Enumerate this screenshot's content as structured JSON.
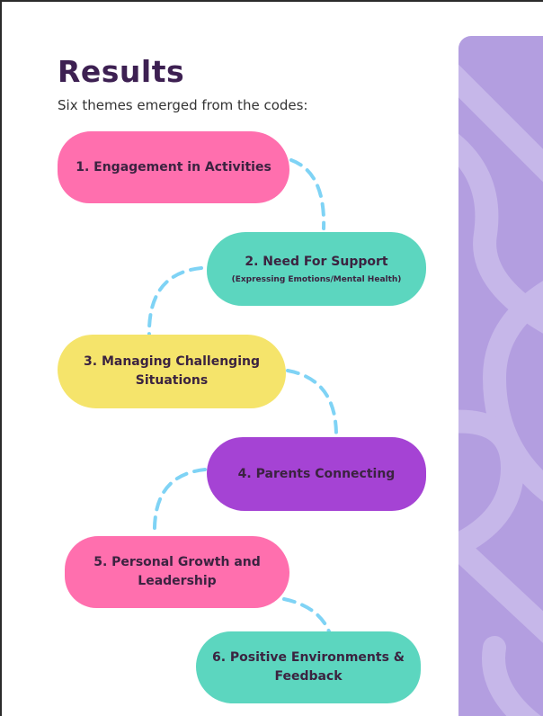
{
  "title": "Results",
  "subtitle": "Six themes emerged from the codes:",
  "themes": [
    {
      "label": "1. Engagement in Activities",
      "sublabel": "",
      "color": "#ff6fae"
    },
    {
      "label": "2. Need For Support",
      "sublabel": "(Expressing Emotions/Mental Health)",
      "color": "#5cd6bf"
    },
    {
      "label": "3. Managing Challenging Situations",
      "sublabel": "",
      "color": "#f5e46b"
    },
    {
      "label": "4. Parents Connecting",
      "sublabel": "",
      "color": "#a543d4"
    },
    {
      "label": "5. Personal Growth and Leadership",
      "sublabel": "",
      "color": "#ff6fae"
    },
    {
      "label": "6. Positive Environments & Feedback",
      "sublabel": "",
      "color": "#5cd6bf"
    }
  ],
  "colors": {
    "title": "#3d2052",
    "connector": "#7fd3f5",
    "decorative_panel": "#b39ee0"
  }
}
